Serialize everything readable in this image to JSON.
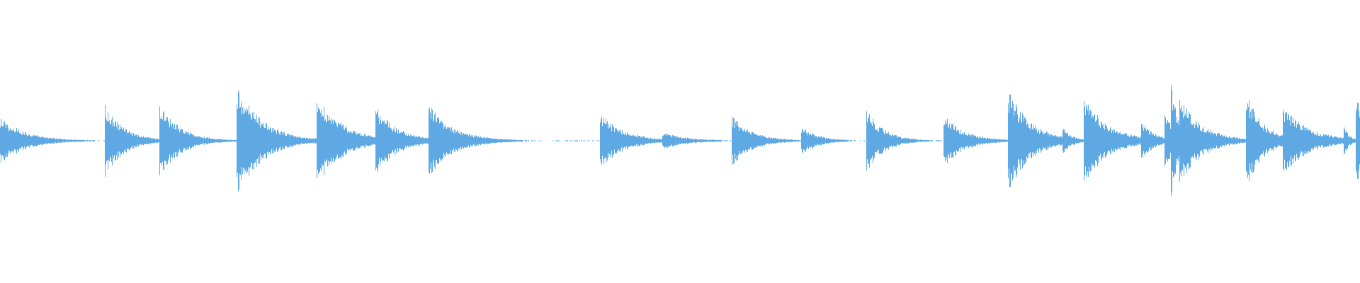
{
  "waveform": {
    "color": "#5ea9e3",
    "background": "#ffffff",
    "onsets": [
      {
        "t": 0.0,
        "amp": 0.17,
        "decay": 0.03
      },
      {
        "t": 0.077,
        "amp": 0.26,
        "decay": 0.022
      },
      {
        "t": 0.117,
        "amp": 0.27,
        "decay": 0.024
      },
      {
        "t": 0.174,
        "amp": 0.4,
        "decay": 0.03
      },
      {
        "t": 0.233,
        "amp": 0.33,
        "decay": 0.03
      },
      {
        "t": 0.276,
        "amp": 0.25,
        "decay": 0.026
      },
      {
        "t": 0.315,
        "amp": 0.3,
        "decay": 0.02
      },
      {
        "t": 0.324,
        "amp": 0.15,
        "decay": 0.03
      },
      {
        "t": 0.441,
        "amp": 0.2,
        "decay": 0.028
      },
      {
        "t": 0.487,
        "amp": 0.06,
        "decay": 0.03
      },
      {
        "t": 0.538,
        "amp": 0.18,
        "decay": 0.024
      },
      {
        "t": 0.589,
        "amp": 0.1,
        "decay": 0.02
      },
      {
        "t": 0.637,
        "amp": 0.23,
        "decay": 0.02
      },
      {
        "t": 0.694,
        "amp": 0.19,
        "decay": 0.024
      },
      {
        "t": 0.741,
        "amp": 0.37,
        "decay": 0.026
      },
      {
        "t": 0.781,
        "amp": 0.11,
        "decay": 0.01
      },
      {
        "t": 0.797,
        "amp": 0.32,
        "decay": 0.028
      },
      {
        "t": 0.839,
        "amp": 0.14,
        "decay": 0.016
      },
      {
        "t": 0.856,
        "amp": 0.23,
        "decay": 0.012
      },
      {
        "t": 0.861,
        "amp": 0.44,
        "decay": 0.008
      },
      {
        "t": 0.867,
        "amp": 0.32,
        "decay": 0.026
      },
      {
        "t": 0.916,
        "amp": 0.35,
        "decay": 0.02
      },
      {
        "t": 0.943,
        "amp": 0.25,
        "decay": 0.03
      },
      {
        "t": 0.988,
        "amp": 0.12,
        "decay": 0.006
      },
      {
        "t": 0.997,
        "amp": 0.35,
        "decay": 0.01
      }
    ]
  }
}
